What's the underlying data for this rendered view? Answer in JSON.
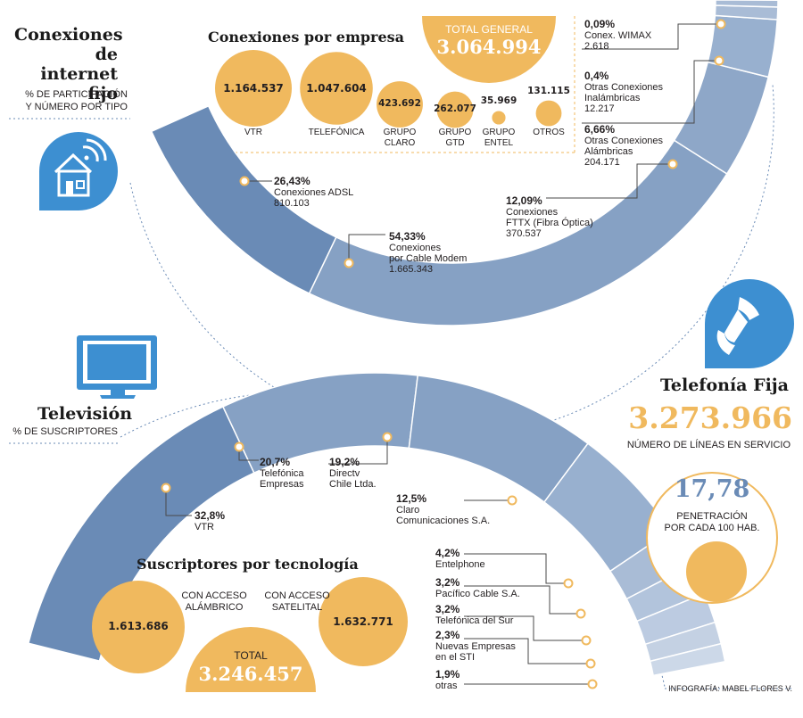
{
  "internet": {
    "title_lines": [
      "Conexiones",
      "de internet",
      "fijo"
    ],
    "subtitle_lines": [
      "% DE PARTICIPACIÓN",
      "Y NÚMERO POR TIPO"
    ],
    "por_empresa_title": "Conexiones por empresa",
    "total_label": "TOTAL GENERAL",
    "total_value": "3.064.994",
    "icon": "house-wifi-icon"
  },
  "television": {
    "title": "Televisión",
    "subtitle": "% DE SUSCRIPTORES",
    "icon": "tv-monitor-icon",
    "tecnologia_title": "Suscriptores por tecnología",
    "alambrico": {
      "label_lines": [
        "CON ACCESO",
        "ALÁMBRICO"
      ],
      "value": "1.613.686"
    },
    "satelital": {
      "label_lines": [
        "CON ACCESO",
        "SATELITAL"
      ],
      "value": "1.632.771"
    },
    "total_label": "TOTAL",
    "total_value": "3.246.457"
  },
  "telefonia": {
    "title": "Telefonía Fija",
    "lineas_value": "3.273.966",
    "lineas_label": "NÚMERO DE LÍNEAS EN SERVICIO",
    "penetracion_value": "17,78",
    "penetracion_label_lines": [
      "PENETRACIÓN",
      "POR CADA  100 HAB."
    ],
    "icon": "telephone-handset-icon"
  },
  "credit": "INFOGRAFÍA: MABEL FLORES V.",
  "colors": {
    "orange": "#f0b95e",
    "blue_dark": "#6a8bb6",
    "blue_mid": "#86a1c4",
    "blue_light": "#a9bcd6",
    "blue_pale": "#c4d1e3",
    "icon_blue": "#3d8fd1"
  },
  "chart_data": [
    {
      "type": "pie",
      "title": "Conexiones de internet fijo",
      "subtitle": "% DE PARTICIPACIÓN Y NÚMERO POR TIPO",
      "categories": [
        "Conex. WIMAX",
        "Otras Conexiones Inalámbricas",
        "Otras Conexiones Alámbricas",
        "Conexiones FTTX (Fibra Óptica)",
        "Conexiones por Cable Modem",
        "Conexiones ADSL"
      ],
      "values": [
        0.09,
        0.4,
        6.66,
        12.09,
        54.33,
        26.43
      ],
      "value_labels": [
        "0,09%",
        "0,4%",
        "6,66%",
        "12,09%",
        "54,33%",
        "26,43%"
      ],
      "counts": [
        "2.618",
        "12.217",
        "204.171",
        "370.537",
        "1.665.343",
        "810.103"
      ]
    },
    {
      "type": "bar",
      "title": "Conexiones por empresa",
      "categories": [
        "VTR",
        "TELEFÓNICA",
        "GRUPO CLARO",
        "GRUPO GTD",
        "GRUPO ENTEL",
        "OTROS"
      ],
      "values": [
        1164537,
        1047604,
        423692,
        262077,
        35969,
        131115
      ],
      "value_labels": [
        "1.164.537",
        "1.047.604",
        "423.692",
        "262.077",
        "35.969",
        "131.115"
      ]
    },
    {
      "type": "pie",
      "title": "Televisión",
      "subtitle": "% DE SUSCRIPTORES",
      "categories": [
        "VTR",
        "Telefónica Empresas",
        "Directv Chile Ltda.",
        "Claro Comunicaciones S.A.",
        "Entelphone",
        "Pacífico Cable S.A.",
        "Telefónica del Sur",
        "Nuevas Empresas en el STI",
        "otras"
      ],
      "values": [
        32.8,
        20.7,
        19.2,
        12.5,
        4.2,
        3.2,
        3.2,
        2.3,
        1.9
      ],
      "value_labels": [
        "32,8%",
        "20,7%",
        "19,2%",
        "12,5%",
        "4,2%",
        "3,2%",
        "3,2%",
        "2,3%",
        "1,9%"
      ]
    },
    {
      "type": "bar",
      "title": "Suscriptores por tecnología",
      "categories": [
        "CON ACCESO ALÁMBRICO",
        "CON ACCESO SATELITAL"
      ],
      "values": [
        1613686,
        1632771
      ],
      "value_labels": [
        "1.613.686",
        "1.632.771"
      ]
    }
  ],
  "labels": {
    "internet": [
      {
        "pct": "0,09%",
        "lines": [
          "Conex. WIMAX",
          "2.618"
        ]
      },
      {
        "pct": "0,4%",
        "lines": [
          "Otras Conexiones",
          "Inalámbricas",
          "12.217"
        ]
      },
      {
        "pct": "6,66%",
        "lines": [
          "Otras Conexiones",
          "Alámbricas",
          "204.171"
        ]
      },
      {
        "pct": "12,09%",
        "lines": [
          "Conexiones",
          "FTTX (Fibra Óptica)",
          "370.537"
        ]
      },
      {
        "pct": "54,33%",
        "lines": [
          "Conexiones",
          "por Cable Modem",
          "1.665.343"
        ]
      },
      {
        "pct": "26,43%",
        "lines": [
          "Conexiones ADSL",
          "810.103"
        ]
      }
    ],
    "tv": [
      {
        "pct": "32,8%",
        "lines": [
          "VTR"
        ]
      },
      {
        "pct": "20,7%",
        "lines": [
          "Telefónica",
          "Empresas"
        ]
      },
      {
        "pct": "19,2%",
        "lines": [
          "Directv",
          "Chile Ltda."
        ]
      },
      {
        "pct": "12,5%",
        "lines": [
          "Claro",
          "Comunicaciones S.A."
        ]
      },
      {
        "pct": "4,2%",
        "lines": [
          "Entelphone"
        ]
      },
      {
        "pct": "3,2%",
        "lines": [
          "Pacífico Cable S.A."
        ]
      },
      {
        "pct": "3,2%",
        "lines": [
          "Telefónica del Sur"
        ]
      },
      {
        "pct": "2,3%",
        "lines": [
          "Nuevas Empresas",
          "en el STI"
        ]
      },
      {
        "pct": "1,9%",
        "lines": [
          "otras"
        ]
      }
    ]
  }
}
